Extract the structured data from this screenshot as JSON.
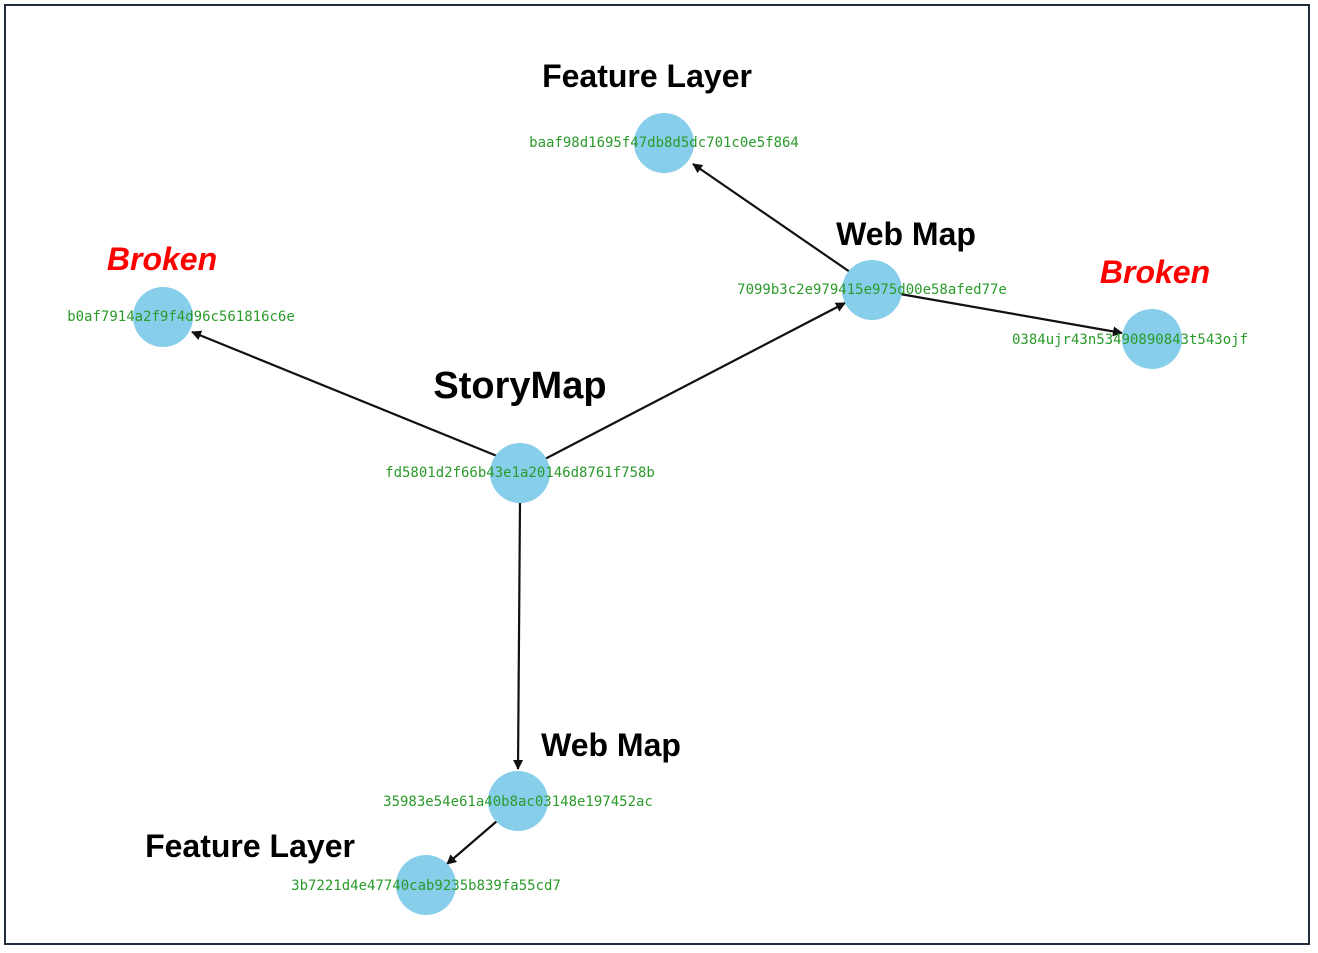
{
  "diagram": {
    "nodes": {
      "storymap": {
        "id": "fd5801d2f66b43e1a20146d8761f758b",
        "label": "StoryMap"
      },
      "webmap_top": {
        "id": "7099b3c2e979415e975d00e58afed77e",
        "label": "Web Map"
      },
      "featurelayer_top": {
        "id": "baaf98d1695f47db8d5dc701c0e5f864",
        "label": "Feature Layer"
      },
      "broken_left": {
        "id": "b0af7914a2f9f4d96c561816c6e",
        "label": "Broken"
      },
      "broken_right": {
        "id": "0384ujr43n53490890843t543ojf",
        "label": "Broken"
      },
      "webmap_bottom": {
        "id": "35983e54e61a40b8ac03148e197452ac",
        "label": "Web Map"
      },
      "featurelayer_bottom": {
        "id": "3b7221d4e47740cab9235b839fa55cd7",
        "label": "Feature Layer"
      }
    },
    "edges": [
      {
        "from": "storymap",
        "to": "broken_left"
      },
      {
        "from": "storymap",
        "to": "webmap_top"
      },
      {
        "from": "storymap",
        "to": "webmap_bottom"
      },
      {
        "from": "webmap_top",
        "to": "featurelayer_top"
      },
      {
        "from": "webmap_top",
        "to": "broken_right"
      },
      {
        "from": "webmap_bottom",
        "to": "featurelayer_bottom"
      }
    ]
  },
  "colors": {
    "node_fill": "#87ceeb",
    "node_id_text": "#2a9a2a",
    "edge": "#111111",
    "type_label": "#000000",
    "broken_label": "#ff0000",
    "frame_border": "#1f2d3d"
  }
}
